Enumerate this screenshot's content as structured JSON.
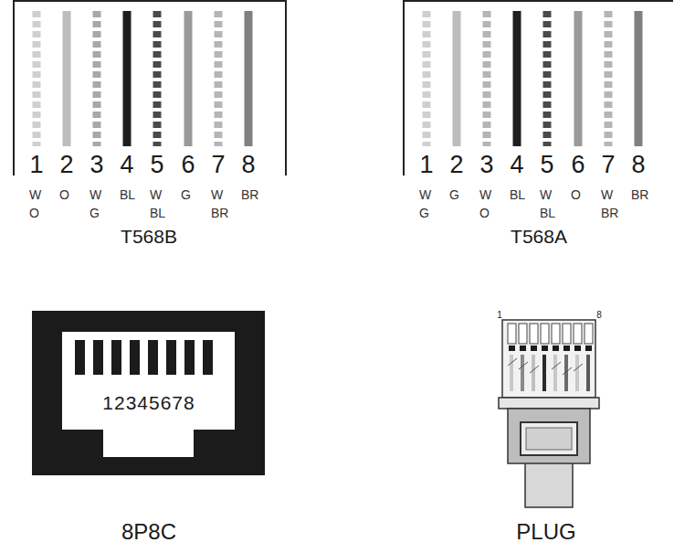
{
  "diagram": {
    "labels": [
      "1",
      "2",
      "3",
      "4",
      "5",
      "6",
      "7",
      "8",
      "W O",
      "O",
      "W G",
      "BL",
      "W BL",
      "G",
      "W BR",
      "BR",
      "T568B",
      "1",
      "2",
      "3",
      "4",
      "5",
      "6",
      "7",
      "8",
      "W G",
      "G",
      "W O",
      "BL",
      "W BL",
      "O",
      "W BR",
      "BR",
      "T568A",
      "12345678",
      "8P8C",
      "1",
      "8",
      "PLUG"
    ]
  }
}
